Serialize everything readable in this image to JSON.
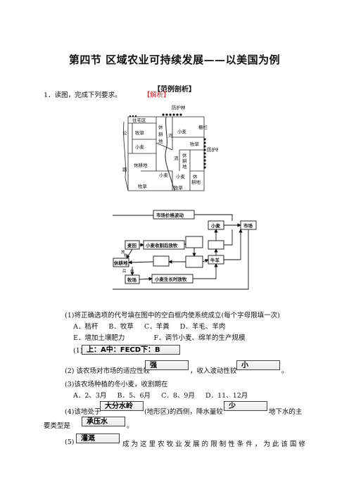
{
  "title": "第四节  区域农业可持续发展——以美国为例",
  "section": "【范例剖析】",
  "q1": {
    "stem": "1．读图，完成下列要求。",
    "jiexi": "【解析】",
    "farm_map": {
      "labels": {
        "windbreak_top": "防护林",
        "residential": "住宅区",
        "gong": "公",
        "road": "路",
        "pasture1": "牧草",
        "fallow1_a": "休",
        "fallow1_b": "耕",
        "fallow1_c": "地",
        "river": "河",
        "wheat_top": "小麦",
        "fence": "栅栏",
        "wheat_left": "小麦",
        "pasture_right": "牧草",
        "windbreak_right": "防护林",
        "fallow_left": "休耕地",
        "wheat_mid": "小麦",
        "liu": "流",
        "fallow2_a": "休",
        "fallow2_b": "耕",
        "fallow2_c": "地",
        "wheat_center": "小麦",
        "fallow3_a": "休",
        "fallow3_b": "耕地",
        "pasture_bl": "牧草",
        "pasture_bc": "牧草"
      }
    },
    "flow": {
      "market_fluct": "市场价格波动",
      "wheat": "小麦",
      "market": "市场",
      "farmland": "麦田",
      "after_harvest": "小麦收割后放牧",
      "fallow": "休耕地",
      "ranch": "牧场",
      "cattle_sheep": "牛羊",
      "growing": "小麦生长时放牧",
      "side_a": "放",
      "side_b": "牧",
      "side_c": "后",
      "side_d": "作"
    },
    "sub1": "(1)将正确选项的代号填在图中的空白框内使系统成立(每个字母限填一次)",
    "sub1_opts1": [
      "A．秸秆",
      "B．牧草",
      "C．羊粪",
      "D．羊毛、羊肉"
    ],
    "sub1_opts2": [
      "E．增加土壤肥力",
      "F．调节小麦、绵羊的生产规模"
    ],
    "ans1_pre": "(1)",
    "ans1": "上：A中：FECD下：B",
    "sub2_pre": "(2)  该农场对市场的适应性较",
    "ans2a": "强",
    "sub2_mid": "，收入波动性较",
    "ans2b": "小",
    "sub2_end": "。",
    "sub3": "(3)该农场种植的冬小麦，收割期在",
    "sub3_opts": [
      "A．2、3月",
      "B．5、6月",
      "C．8、9月",
      "D．11、12月"
    ],
    "sub4_pre": "(4)该地处于",
    "ans4a": "大分水岭",
    "sub4_mid": "(地形区)的西侧，降水量较",
    "ans4b": "少",
    "sub4_end": "地下水的主",
    "sub4_line2": "要类型是",
    "ans4c": "承压水",
    "sub4_line2_end": "。",
    "sub5_pre": "(5)",
    "ans5": "灌溉",
    "sub5_text": "成 为 这 里 农 牧 业 发 展 的 限 制 性 条 件 ， 为 此 该 国 修 建 了"
  }
}
